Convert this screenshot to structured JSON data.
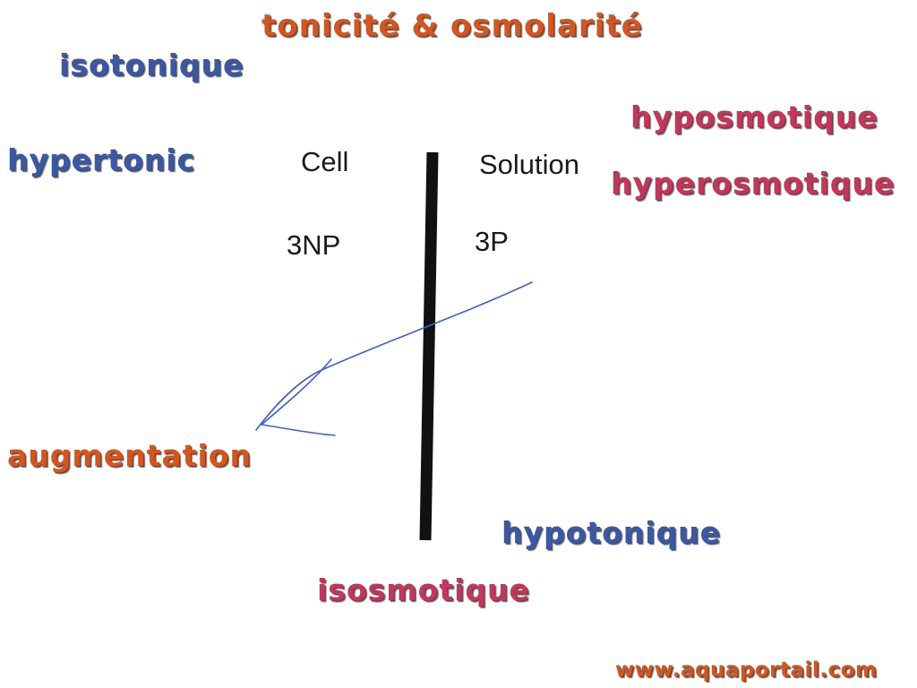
{
  "title": "tonicité & osmolarité",
  "terms": {
    "isotonique": "isotonique",
    "hyposmotique": "hyposmotique",
    "hypertonic": "hypertonic",
    "hyperosmotique": "hyperosmotique",
    "augmentation": "augmentation",
    "hypotonique": "hypotonique",
    "isosmotique": "isosmotique"
  },
  "diagram": {
    "cell_label": "Cell",
    "solution_label": "Solution",
    "cell_concentration": "3NP",
    "solution_concentration": "3P"
  },
  "website": "www.aquaportail.com",
  "colors": {
    "blue_term": "#3a58a8",
    "pink_term": "#c8345a",
    "orange_term": "#d9541a",
    "membrane": "#111111",
    "arrow": "#3f5fc8"
  },
  "icons": {
    "arrow": "hand-drawn-arrow-icon"
  }
}
